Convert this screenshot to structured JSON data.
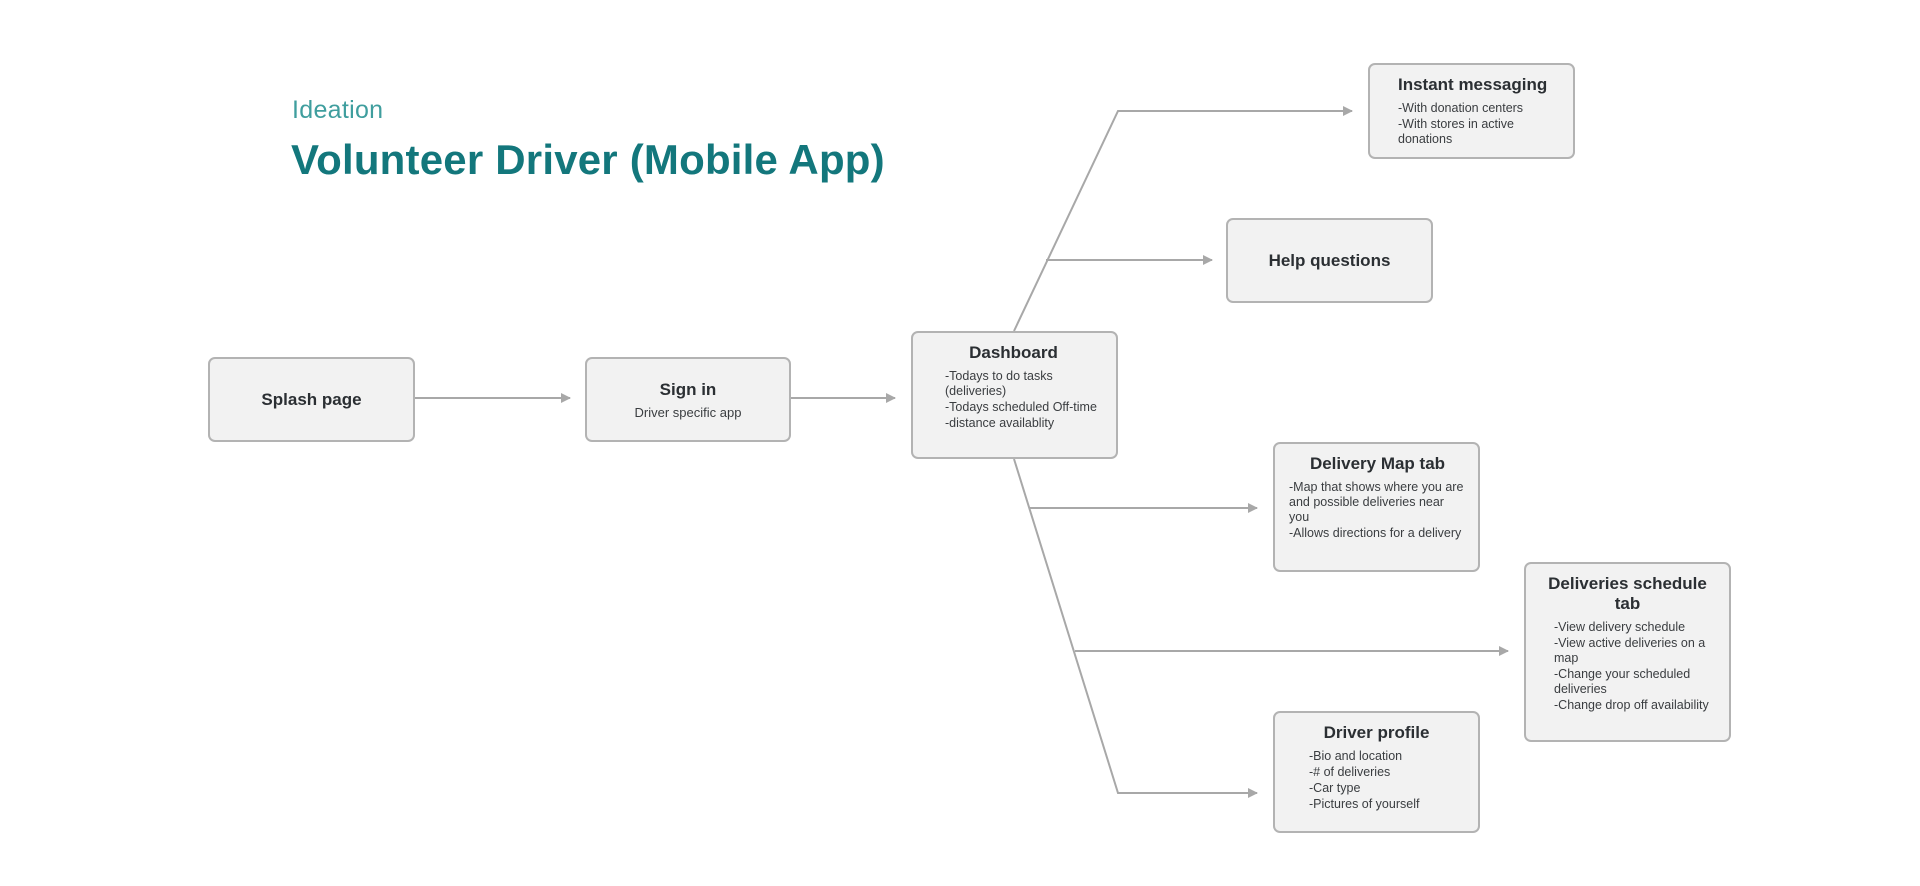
{
  "header": {
    "eyebrow": "Ideation",
    "title": "Volunteer Driver (Mobile App)"
  },
  "colors": {
    "accent_title": "#13777c",
    "accent_eyebrow": "#3f9e9e",
    "node_fill": "#f2f2f2",
    "node_border": "#b3b3b3",
    "connector": "#a8a8a8"
  },
  "nodes": {
    "splash": {
      "title": "Splash page"
    },
    "signin": {
      "title": "Sign in",
      "subtitle": "Driver specific app"
    },
    "dashboard": {
      "title": "Dashboard",
      "items": [
        "-Todays to do tasks (deliveries)",
        "-Todays scheduled Off-time",
        "-distance availablity"
      ]
    },
    "messaging": {
      "title": "Instant messaging",
      "items": [
        "-With donation centers",
        "-With stores in active donations"
      ]
    },
    "help": {
      "title": "Help questions"
    },
    "map": {
      "title": "Delivery Map tab",
      "items": [
        "-Map that shows where you are and possible deliveries near you",
        "-Allows directions for a delivery"
      ]
    },
    "schedule": {
      "title": "Deliveries schedule tab",
      "items": [
        "-View delivery schedule",
        "-View active deliveries on a map",
        "-Change your scheduled deliveries",
        "-Change drop off availability"
      ]
    },
    "profile": {
      "title": "Driver profile",
      "items": [
        "-Bio and location",
        "-# of deliveries",
        "-Car type",
        "-Pictures of yourself"
      ]
    }
  }
}
